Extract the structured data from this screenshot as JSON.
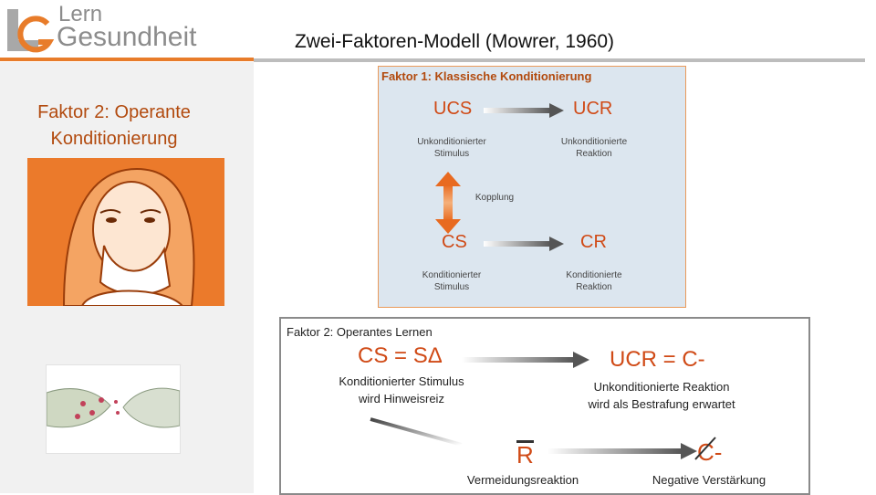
{
  "logo": {
    "line1": "Lern",
    "line2": "Gesundheit",
    "brand_color": "#e87c2a"
  },
  "slide": {
    "title": "Zwei-Faktoren-Modell (Mowrer, 1960)"
  },
  "left": {
    "heading_line1": "Faktor 2: Operante",
    "heading_line2": "Konditionierung"
  },
  "factor1": {
    "label": "Faktor 1: Klassische Konditionierung",
    "ucs": "UCS",
    "ucr": "UCR",
    "cs": "CS",
    "cr": "CR",
    "ucs_desc_1": "Unkonditionierter",
    "ucs_desc_2": "Stimulus",
    "ucr_desc_1": "Unkonditionierte",
    "ucr_desc_2": "Reaktion",
    "coupling": "Kopplung",
    "cs_desc_1": "Konditionierter",
    "cs_desc_2": "Stimulus",
    "cr_desc_1": "Konditionierte",
    "cr_desc_2": "Reaktion",
    "accent_color": "#d04a16",
    "box_color": "#dce6ef"
  },
  "factor2": {
    "label": "Faktor 2: Operantes Lernen",
    "cs_sd": "CS = SΔ",
    "ucr_c": "UCR = C-",
    "cs_desc_1": "Konditionierter Stimulus",
    "cs_desc_2": "wird Hinweisreiz",
    "ucr_desc_1": "Unkonditionierte Reaktion",
    "ucr_desc_2": "wird als Bestrafung erwartet",
    "r": "R",
    "r_desc": "Vermeidungsreaktion",
    "c_minus": "C-",
    "c_desc": "Negative Verstärkung"
  }
}
